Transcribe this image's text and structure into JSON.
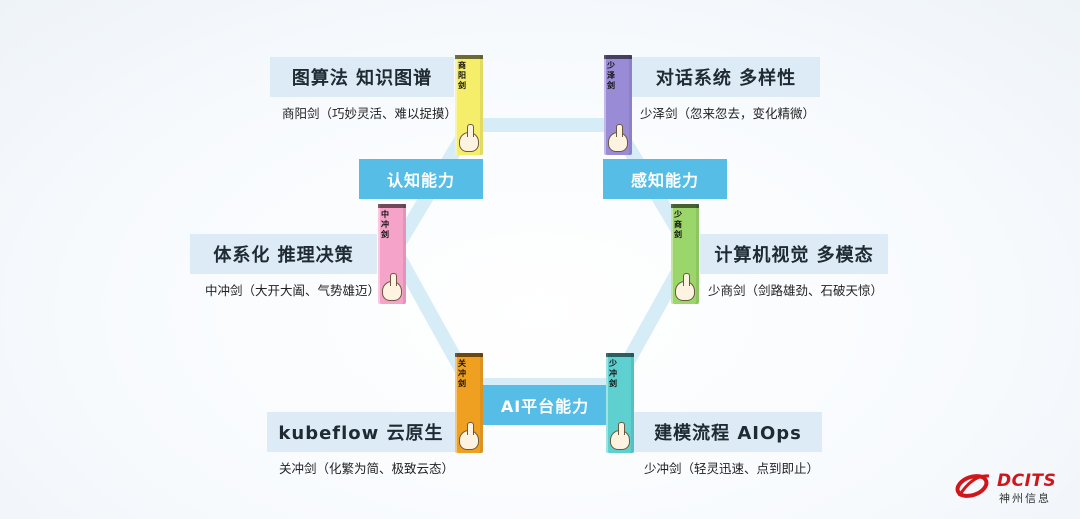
{
  "nodes": [
    {
      "id": "tl",
      "title": "图算法 知识图谱",
      "subtitle": "商阳剑（巧妙灵活、难以捉摸）",
      "sword": "商阳剑",
      "color": "#f5ee6a"
    },
    {
      "id": "tr",
      "title": "对话系统 多样性",
      "subtitle": "少泽剑（忽来忽去，变化精微）",
      "sword": "少泽剑",
      "color": "#9a8bd6"
    },
    {
      "id": "ml",
      "title": "体系化 推理决策",
      "subtitle": "中冲剑（大开大阖、气势雄迈）",
      "sword": "中冲剑",
      "color": "#f5a3c8"
    },
    {
      "id": "mr",
      "title": "计算机视觉 多模态",
      "subtitle": "少商剑（剑路雄劲、石破天惊）",
      "sword": "少商剑",
      "color": "#9bd66a"
    },
    {
      "id": "bl",
      "title": "kubeflow 云原生",
      "subtitle": "关冲剑（化繁为简、极致云态）",
      "sword": "关冲剑",
      "color": "#f0a020"
    },
    {
      "id": "br",
      "title": "建模流程 AIOps",
      "subtitle": "少冲剑（轻灵迅速、点到即止）",
      "sword": "少冲剑",
      "color": "#5fd0d0"
    }
  ],
  "capabilities": {
    "cognitive": "认知能力",
    "perception": "感知能力",
    "platform": "AI平台能力"
  },
  "logo": {
    "brand": "DCITS",
    "name": "神州信息",
    "accent": "#d0151b"
  },
  "colors": {
    "title_bg": "#dcebf5",
    "cap_bg": "#56bde6",
    "hex_line": "#d6ecf7"
  }
}
